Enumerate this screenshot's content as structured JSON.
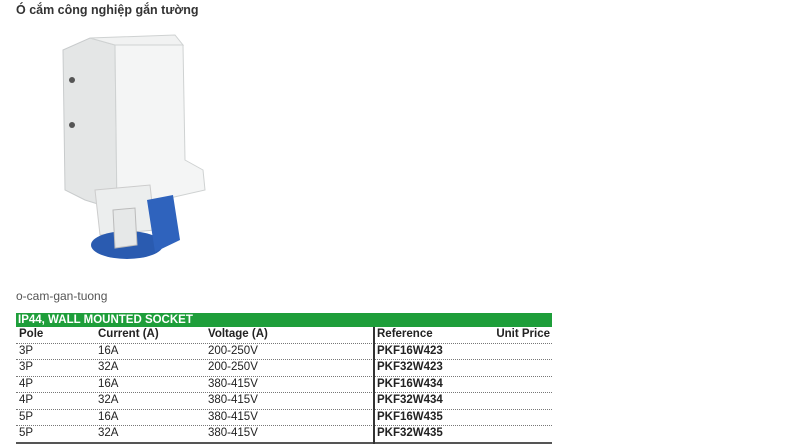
{
  "title": "Ó cắm công nghiệp gắn tường",
  "image_caption": "o-cam-gan-tuong",
  "table": {
    "heading": "IP44, WALL MOUNTED SOCKET",
    "columns": [
      "Pole",
      "Current (A)",
      "Voltage (A)",
      "Reference",
      "Unit Price"
    ],
    "rows": [
      [
        "3P",
        "16A",
        "200-250V",
        "PKF16W423",
        ""
      ],
      [
        "3P",
        "32A",
        "200-250V",
        "PKF32W423",
        ""
      ],
      [
        "4P",
        "16A",
        "380-415V",
        "PKF16W434",
        ""
      ],
      [
        "4P",
        "32A",
        "380-415V",
        "PKF32W434",
        ""
      ],
      [
        "5P",
        "16A",
        "380-415V",
        "PKF16W435",
        ""
      ],
      [
        "5P",
        "32A",
        "380-415V",
        "PKF32W435",
        ""
      ]
    ]
  },
  "colors": {
    "header_green": "#1e9e3a",
    "socket_blue": "#2a5bb0"
  }
}
